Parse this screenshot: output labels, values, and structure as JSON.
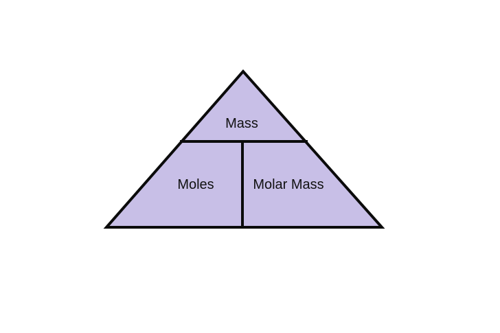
{
  "diagram": {
    "labels": {
      "top": "Mass",
      "bottom_left": "Moles",
      "bottom_right": "Molar Mass"
    },
    "colors": {
      "fill": "#c8bfe7",
      "stroke": "#0b0b0b",
      "text": "#111111",
      "background": "#ffffff"
    }
  }
}
